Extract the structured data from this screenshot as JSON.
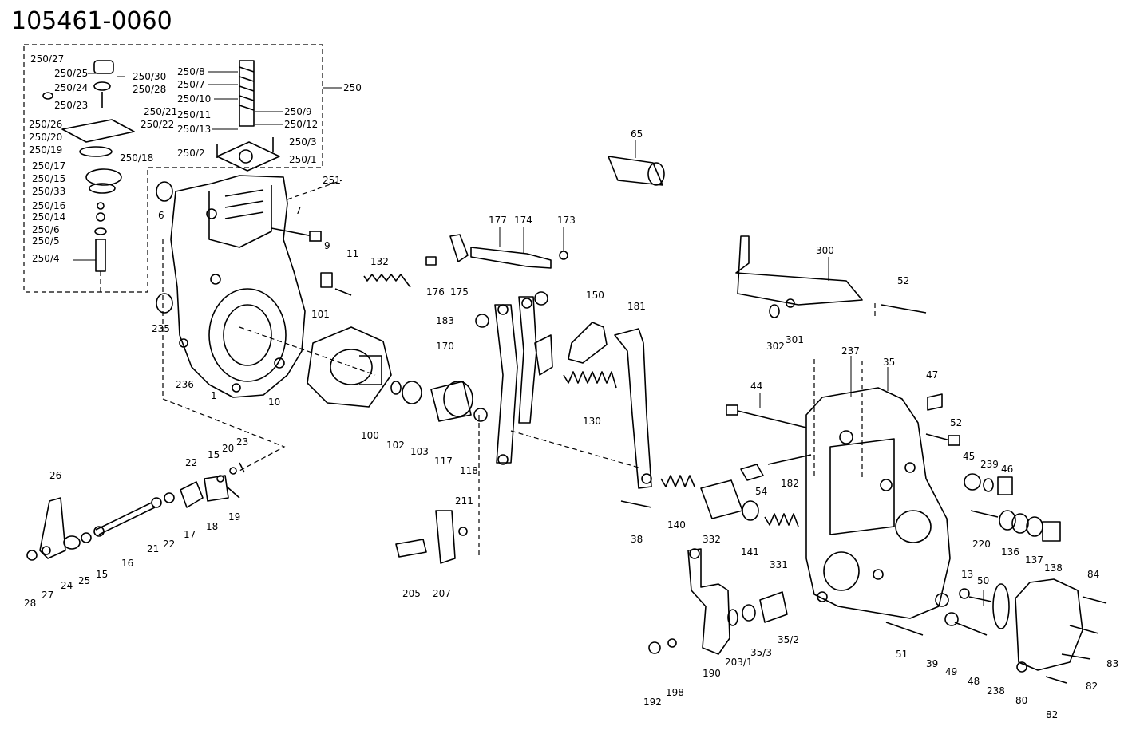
{
  "title": "105461-0060",
  "part_labels": [
    "250/27",
    "250/25",
    "250/30",
    "250/24",
    "250/28",
    "250/23",
    "250/21",
    "250/26",
    "250/22",
    "250/20",
    "250/19",
    "250/18",
    "250/17",
    "250/15",
    "250/33",
    "250/16",
    "250/14",
    "250/6",
    "250/5",
    "250/4",
    "250/8",
    "250/7",
    "250/10",
    "250/9",
    "250/11",
    "250/12",
    "250/13",
    "250/3",
    "250/2",
    "250/1",
    "250",
    "251",
    "65",
    "6",
    "7",
    "9",
    "11",
    "132",
    "177",
    "174",
    "173",
    "176",
    "175",
    "235",
    "101",
    "183",
    "150",
    "181",
    "170",
    "236",
    "1",
    "10",
    "100",
    "102",
    "103",
    "117",
    "118",
    "130",
    "300",
    "52",
    "302",
    "301",
    "237",
    "35",
    "47",
    "44",
    "52",
    "45",
    "239",
    "46",
    "26",
    "15",
    "20",
    "23",
    "22",
    "21",
    "22",
    "17",
    "18",
    "19",
    "16",
    "15",
    "25",
    "24",
    "27",
    "28",
    "211",
    "205",
    "207",
    "38",
    "140",
    "332",
    "141",
    "331",
    "54",
    "182",
    "220",
    "136",
    "137",
    "138",
    "13",
    "50",
    "84",
    "35/3",
    "35/2",
    "203/1",
    "190",
    "192",
    "198",
    "51",
    "39",
    "49",
    "48",
    "238",
    "80",
    "82",
    "82",
    "83"
  ]
}
